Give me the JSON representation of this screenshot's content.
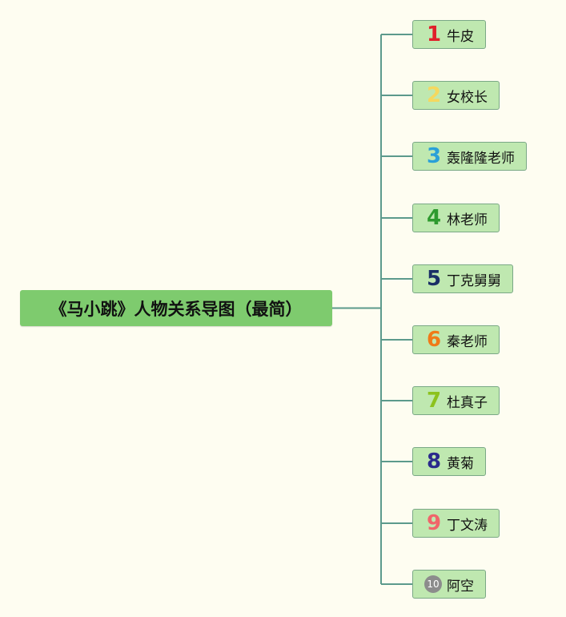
{
  "root": {
    "label": "《马小跳》人物关系导图（最简）"
  },
  "nodes": [
    {
      "index": "1",
      "name": "牛皮",
      "color": "#e0202a"
    },
    {
      "index": "2",
      "name": "女校长",
      "color": "#f5d85e"
    },
    {
      "index": "3",
      "name": "轰隆隆老师",
      "color": "#2aa0d8"
    },
    {
      "index": "4",
      "name": "林老师",
      "color": "#2e9a2e"
    },
    {
      "index": "5",
      "name": "丁克舅舅",
      "color": "#1a2f66"
    },
    {
      "index": "6",
      "name": "秦老师",
      "color": "#f07a18"
    },
    {
      "index": "7",
      "name": "杜真子",
      "color": "#8cc21e"
    },
    {
      "index": "8",
      "name": "黄菊",
      "color": "#2a2a8c"
    },
    {
      "index": "9",
      "name": "丁文涛",
      "color": "#f0656a"
    },
    {
      "index": "10",
      "name": "阿空",
      "color": "#8c8c8c"
    }
  ],
  "colors": {
    "background": "#fefdf1",
    "root_fill": "#7ecb6e",
    "node_fill": "#bfe8b0",
    "connector": "#5c9a8c"
  }
}
